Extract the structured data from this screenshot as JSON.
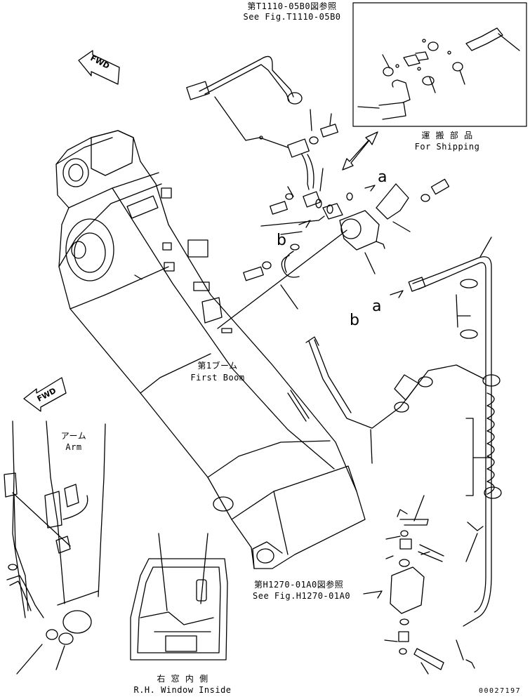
{
  "ref_top": {
    "jp": "第T1110-05B0図参照",
    "en": "See Fig.T1110-05B0"
  },
  "shipping": {
    "jp": "運 搬 部 品",
    "en": "For Shipping"
  },
  "first_boom": {
    "jp": "第1ブーム",
    "en": "First Boom"
  },
  "arm": {
    "jp": "アーム",
    "en": "Arm"
  },
  "ref_bottom": {
    "jp": "第H1270-01A0図参照",
    "en": "See Fig.H1270-01A0"
  },
  "window": {
    "jp": "右 窓 内 側",
    "en": "R.H. Window Inside"
  },
  "callouts": {
    "a1": "a",
    "b1": "b",
    "a2": "a",
    "b2": "b"
  },
  "fwd_label": "FWD",
  "drawing_no": "00027197"
}
